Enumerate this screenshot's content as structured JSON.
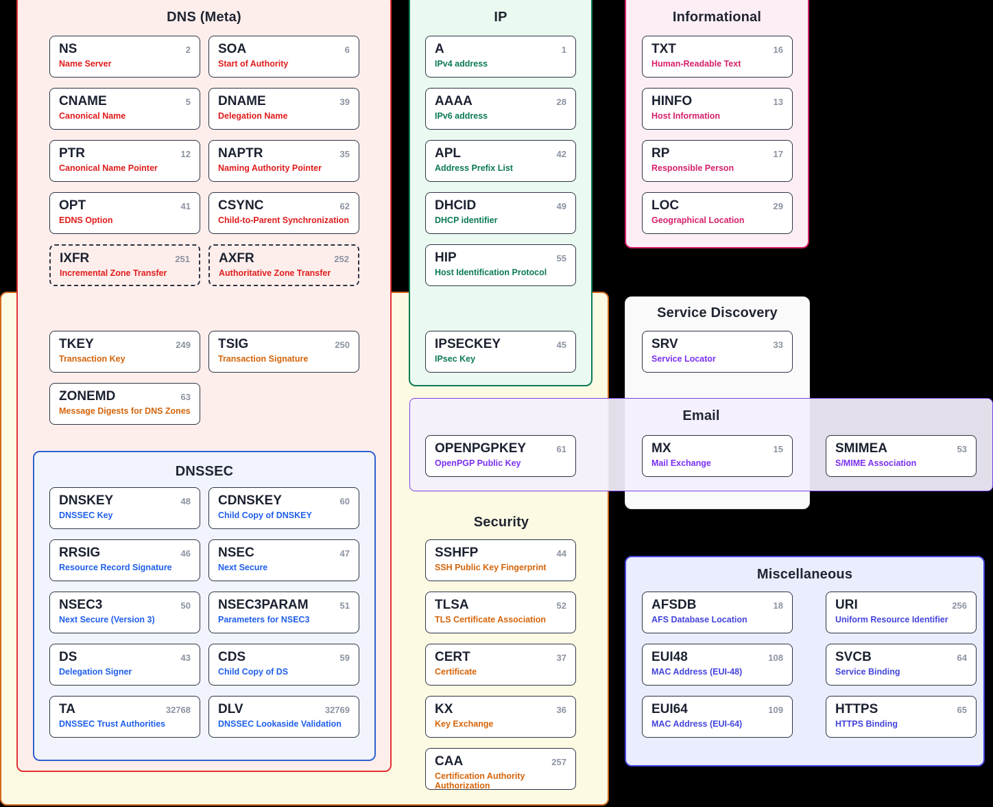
{
  "panels": {
    "dns_meta": {
      "title": "DNS (Meta)"
    },
    "ip": {
      "title": "IP"
    },
    "informational": {
      "title": "Informational"
    },
    "dnssec": {
      "title": "DNSSEC"
    },
    "service_discovery": {
      "title": "Service Discovery"
    },
    "email": {
      "title": "Email"
    },
    "security": {
      "title": "Security"
    },
    "misc": {
      "title": "Miscellaneous"
    }
  },
  "colors": {
    "dns_meta": "#e01b1b",
    "ip": "#0b7a52",
    "informational": "#d6206a",
    "transaction": "#d4640a",
    "dnssec": "#1f5feb",
    "service_discovery": "#7b2ff2",
    "email": "#7b2ff2",
    "security": "#d4640a",
    "misc": "#4444dd",
    "card_border": "#2b3242",
    "number": "#8b93a1"
  },
  "records": {
    "dns_meta": [
      {
        "name": "NS",
        "num": "2",
        "desc": "Name Server"
      },
      {
        "name": "SOA",
        "num": "6",
        "desc": "Start of Authority"
      },
      {
        "name": "CNAME",
        "num": "5",
        "desc": "Canonical Name"
      },
      {
        "name": "DNAME",
        "num": "39",
        "desc": "Delegation Name"
      },
      {
        "name": "PTR",
        "num": "12",
        "desc": "Canonical Name Pointer"
      },
      {
        "name": "NAPTR",
        "num": "35",
        "desc": "Naming Authority Pointer"
      },
      {
        "name": "OPT",
        "num": "41",
        "desc": "EDNS Option"
      },
      {
        "name": "CSYNC",
        "num": "62",
        "desc": "Child-to-Parent Synchronization"
      },
      {
        "name": "IXFR",
        "num": "251",
        "desc": "Incremental Zone Transfer"
      },
      {
        "name": "AXFR",
        "num": "252",
        "desc": "Authoritative Zone Transfer"
      }
    ],
    "transaction": [
      {
        "name": "TKEY",
        "num": "249",
        "desc": "Transaction Key"
      },
      {
        "name": "TSIG",
        "num": "250",
        "desc": "Transaction Signature"
      },
      {
        "name": "ZONEMD",
        "num": "63",
        "desc": "Message Digests for DNS Zones"
      }
    ],
    "dnssec": [
      {
        "name": "DNSKEY",
        "num": "48",
        "desc": "DNSSEC Key"
      },
      {
        "name": "CDNSKEY",
        "num": "60",
        "desc": "Child Copy of DNSKEY"
      },
      {
        "name": "RRSIG",
        "num": "46",
        "desc": "Resource Record Signature"
      },
      {
        "name": "NSEC",
        "num": "47",
        "desc": "Next Secure"
      },
      {
        "name": "NSEC3",
        "num": "50",
        "desc": "Next Secure (Version 3)"
      },
      {
        "name": "NSEC3PARAM",
        "num": "51",
        "desc": "Parameters for NSEC3"
      },
      {
        "name": "DS",
        "num": "43",
        "desc": "Delegation Signer"
      },
      {
        "name": "CDS",
        "num": "59",
        "desc": "Child Copy of DS"
      },
      {
        "name": "TA",
        "num": "32768",
        "desc": "DNSSEC Trust Authorities"
      },
      {
        "name": "DLV",
        "num": "32769",
        "desc": "DNSSEC Lookaside Validation"
      }
    ],
    "ip": [
      {
        "name": "A",
        "num": "1",
        "desc": "IPv4 address"
      },
      {
        "name": "AAAA",
        "num": "28",
        "desc": "IPv6 address"
      },
      {
        "name": "APL",
        "num": "42",
        "desc": "Address Prefix List"
      },
      {
        "name": "DHCID",
        "num": "49",
        "desc": "DHCP identifier"
      },
      {
        "name": "HIP",
        "num": "55",
        "desc": "Host Identification Protocol"
      },
      {
        "name": "IPSECKEY",
        "num": "45",
        "desc": "IPsec Key"
      }
    ],
    "informational": [
      {
        "name": "TXT",
        "num": "16",
        "desc": "Human-Readable Text"
      },
      {
        "name": "HINFO",
        "num": "13",
        "desc": "Host Information"
      },
      {
        "name": "RP",
        "num": "17",
        "desc": "Responsible Person"
      },
      {
        "name": "LOC",
        "num": "29",
        "desc": "Geographical Location"
      }
    ],
    "service_discovery": [
      {
        "name": "SRV",
        "num": "33",
        "desc": "Service Locator"
      }
    ],
    "email": [
      {
        "name": "OPENPGPKEY",
        "num": "61",
        "desc": "OpenPGP Public Key"
      },
      {
        "name": "MX",
        "num": "15",
        "desc": "Mail Exchange"
      },
      {
        "name": "SMIMEA",
        "num": "53",
        "desc": "S/MIME Association"
      }
    ],
    "security": [
      {
        "name": "SSHFP",
        "num": "44",
        "desc": "SSH Public Key Fingerprint"
      },
      {
        "name": "TLSA",
        "num": "52",
        "desc": "TLS Certificate Association"
      },
      {
        "name": "CERT",
        "num": "37",
        "desc": "Certificate"
      },
      {
        "name": "KX",
        "num": "36",
        "desc": "Key Exchange"
      },
      {
        "name": "CAA",
        "num": "257",
        "desc": "Certification Authority Authorization"
      }
    ],
    "misc": [
      {
        "name": "AFSDB",
        "num": "18",
        "desc": "AFS Database Location"
      },
      {
        "name": "URI",
        "num": "256",
        "desc": "Uniform Resource Identifier"
      },
      {
        "name": "EUI48",
        "num": "108",
        "desc": "MAC Address (EUI-48)"
      },
      {
        "name": "SVCB",
        "num": "64",
        "desc": "Service Binding"
      },
      {
        "name": "EUI64",
        "num": "109",
        "desc": "MAC Address (EUI-64)"
      },
      {
        "name": "HTTPS",
        "num": "65",
        "desc": "HTTPS Binding"
      }
    ]
  }
}
